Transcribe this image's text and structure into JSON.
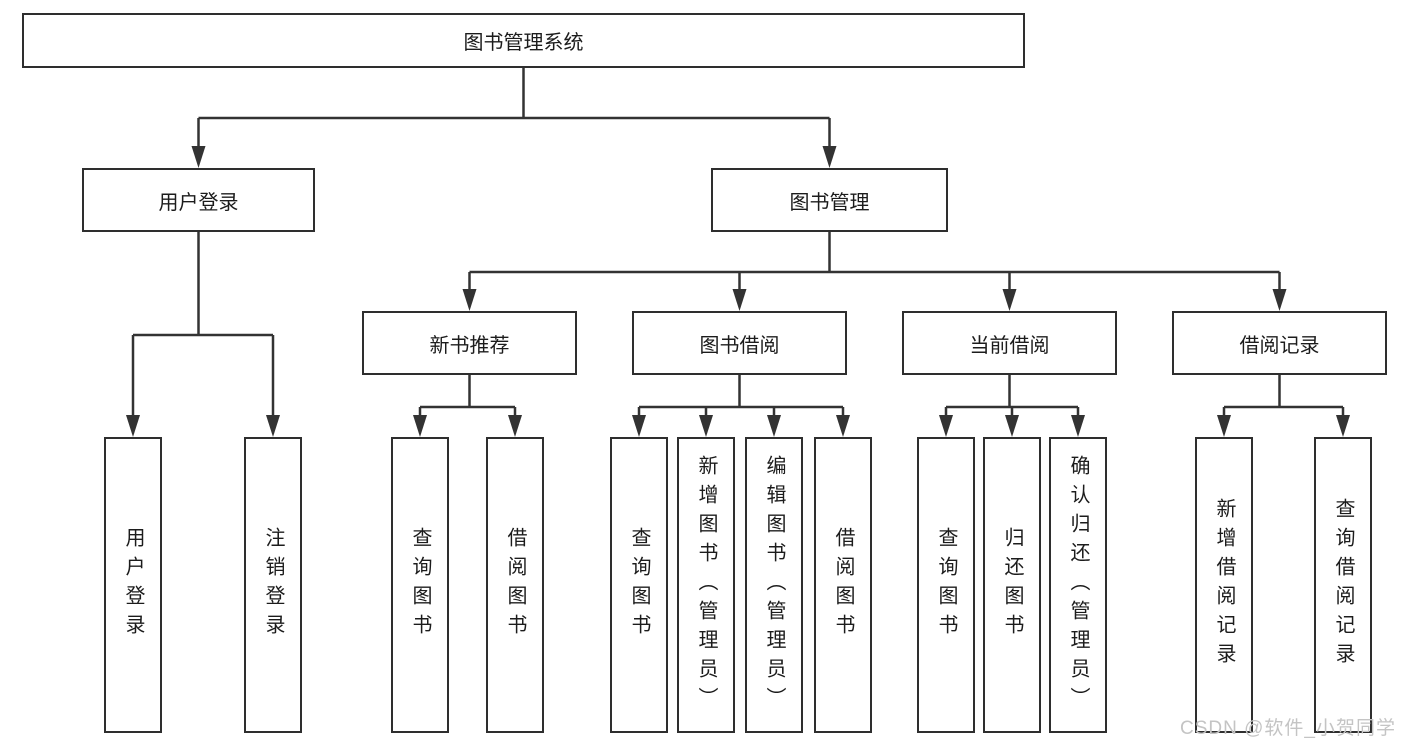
{
  "root": {
    "label": "图书管理系统"
  },
  "user_login": {
    "label": "用户登录",
    "children": [
      {
        "label": "用户登录"
      },
      {
        "label": "注销登录"
      }
    ]
  },
  "book_management": {
    "label": "图书管理",
    "children": [
      {
        "label": "新书推荐",
        "children": [
          {
            "label": "查询图书"
          },
          {
            "label": "借阅图书"
          }
        ]
      },
      {
        "label": "图书借阅",
        "children": [
          {
            "label": "查询图书"
          },
          {
            "label": "新增图书（管理员）"
          },
          {
            "label": "编辑图书（管理员）"
          },
          {
            "label": "借阅图书"
          }
        ]
      },
      {
        "label": "当前借阅",
        "children": [
          {
            "label": "查询图书"
          },
          {
            "label": "归还图书"
          },
          {
            "label": "确认归还（管理员）"
          }
        ]
      },
      {
        "label": "借阅记录",
        "children": [
          {
            "label": "新增借阅记录"
          },
          {
            "label": "查询借阅记录"
          }
        ]
      }
    ]
  },
  "watermark": {
    "text": "CSDN @软件_小贺同学"
  },
  "colors": {
    "line": "#333333",
    "border": "#2e2e2e",
    "text": "#1c1c1c",
    "watermark": "#c4c4c4",
    "background": "#ffffff"
  }
}
